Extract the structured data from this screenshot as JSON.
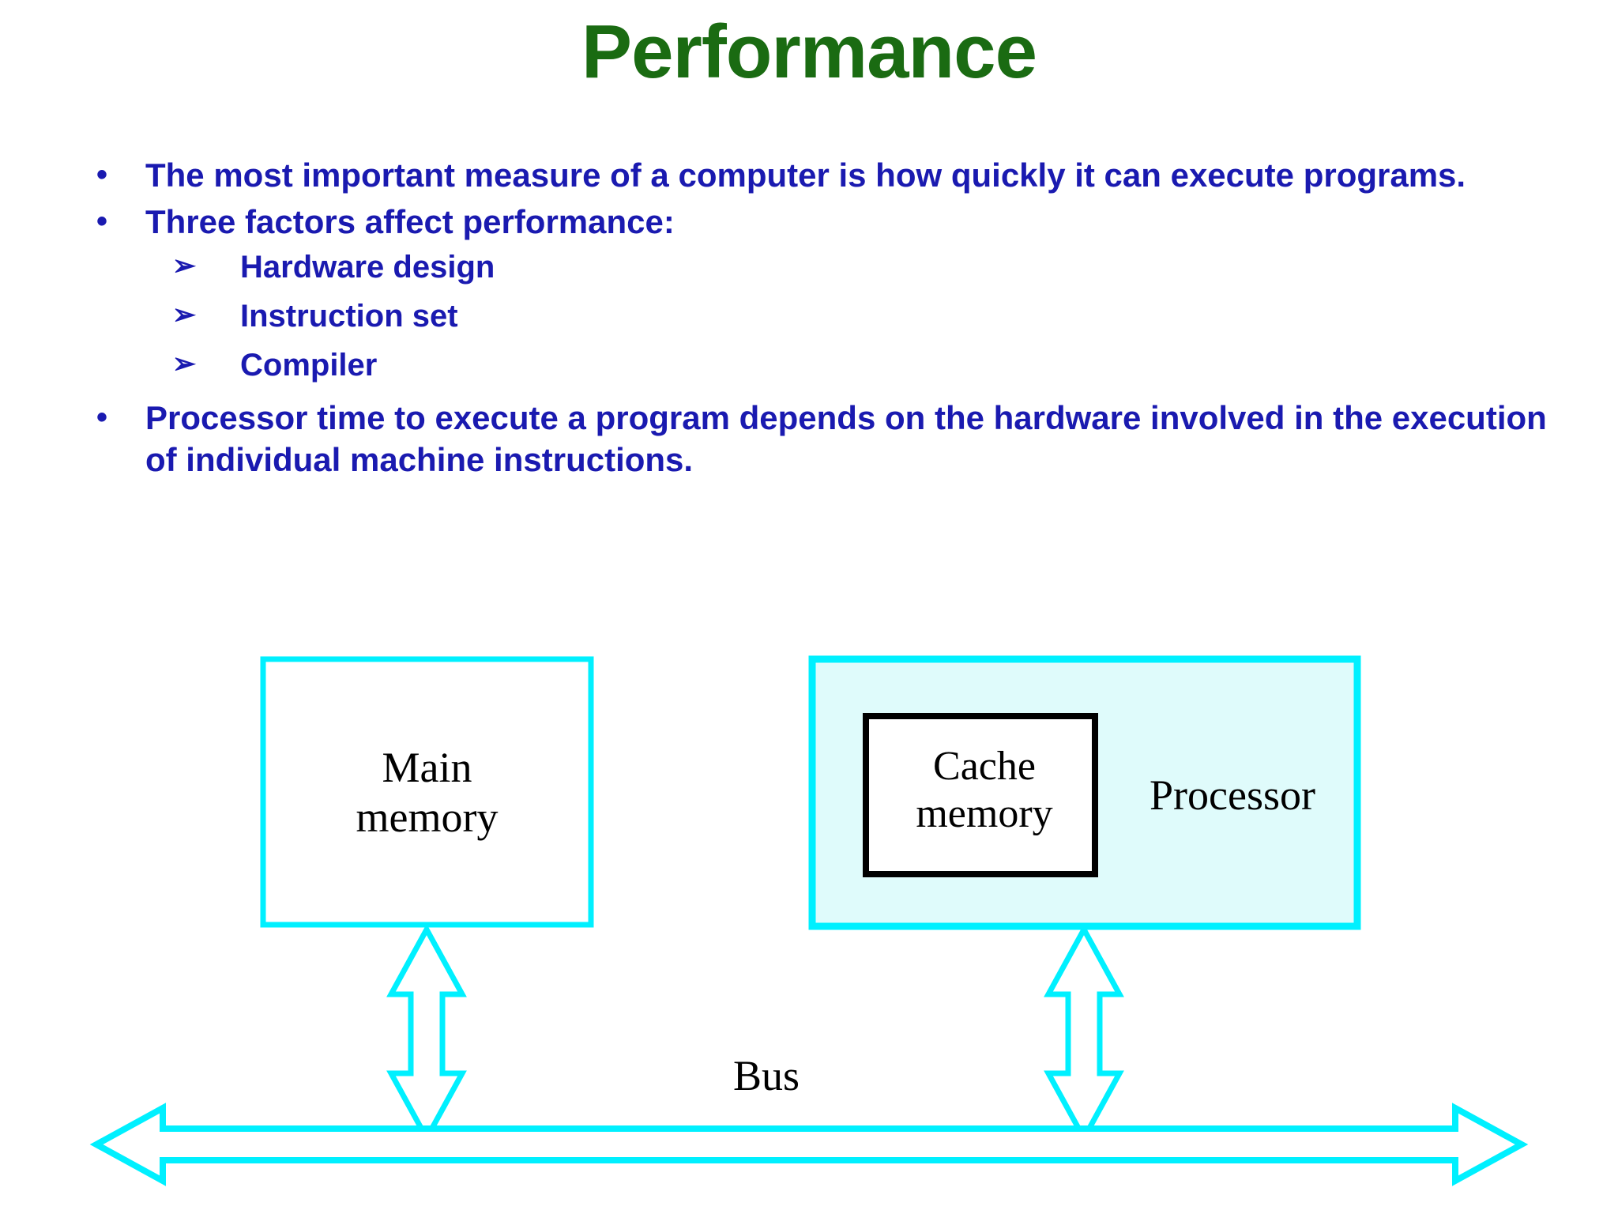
{
  "slide": {
    "title": "Performance",
    "title_color": "#1a6b12",
    "body_color": "#1a1ab0",
    "background": "#ffffff"
  },
  "bullets": [
    {
      "level": 1,
      "marker": "•",
      "text": "The most important measure of a computer is how quickly it can execute programs."
    },
    {
      "level": 1,
      "marker": "•",
      "text": "Three factors affect performance:"
    },
    {
      "level": 2,
      "marker": "➢",
      "text": "Hardware design"
    },
    {
      "level": 2,
      "marker": "➢",
      "text": "Instruction set"
    },
    {
      "level": 2,
      "marker": "➢",
      "text": "Compiler"
    },
    {
      "level": 1,
      "marker": "•",
      "text": "Processor time to execute a program depends on the hardware involved in the execution of individual machine instructions."
    }
  ],
  "diagram": {
    "accent_color": "#00f0ff",
    "processor_fill": "#dffbfb",
    "cache_border": "#000000",
    "boxes": {
      "main_memory": "Main\nmemory",
      "main_memory_line1": "Main",
      "main_memory_line2": "memory",
      "cache_memory_line1": "Cache",
      "cache_memory_line2": "memory",
      "processor": "Processor"
    },
    "bus_label": "Bus"
  }
}
